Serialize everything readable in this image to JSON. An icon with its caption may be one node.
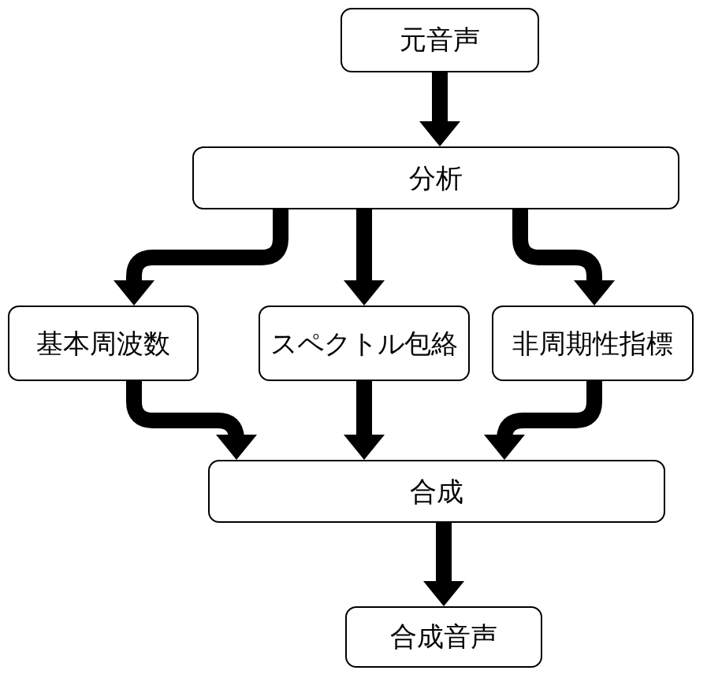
{
  "diagram": {
    "nodes": [
      {
        "text": [
          "元音声"
        ]
      },
      {
        "text": [
          "分析"
        ]
      },
      {
        "text": [
          "基本周波数"
        ]
      },
      {
        "text": [
          "スペクトル包絡"
        ]
      },
      {
        "text": [
          "非周期性指標"
        ]
      },
      {
        "text": [
          "合成"
        ]
      },
      {
        "text": [
          "合成音声"
        ]
      }
    ],
    "edges": [
      {
        "from": 0,
        "to": 1,
        "arrow": "to"
      },
      {
        "from": 1,
        "to": 2,
        "arrow": "to"
      },
      {
        "from": 1,
        "to": 3,
        "arrow": "to"
      },
      {
        "from": 1,
        "to": 4,
        "arrow": "to"
      },
      {
        "from": 2,
        "to": 5,
        "arrow": "to"
      },
      {
        "from": 3,
        "to": 5,
        "arrow": "to"
      },
      {
        "from": 4,
        "to": 5,
        "arrow": "to"
      },
      {
        "from": 5,
        "to": 6,
        "arrow": "to"
      }
    ]
  }
}
